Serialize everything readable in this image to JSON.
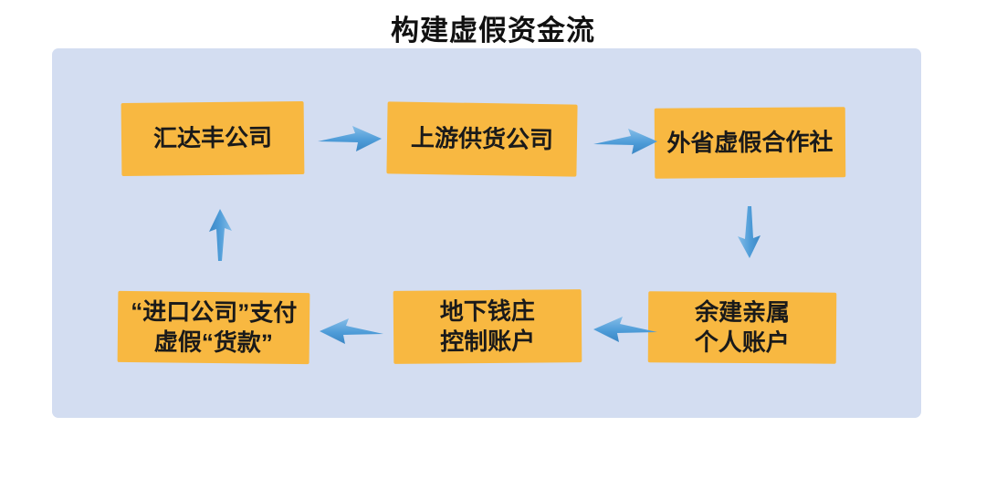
{
  "title": "构建虚假资金流",
  "colors": {
    "page_bg": "#ffffff",
    "panel_bg": "#d3ddf1",
    "node_bg": "#f8b841",
    "node_text": "#1a1a1a",
    "title_color": "#111111",
    "arrow_light": "#85bde8",
    "arrow_main": "#4e9cd8",
    "arrow_dark": "#3a86c4"
  },
  "diagram": {
    "nodes": [
      {
        "id": "huidafeng-company",
        "lines": [
          "汇达丰公司"
        ]
      },
      {
        "id": "upstream-supplier",
        "lines": [
          "上游供货公司"
        ]
      },
      {
        "id": "fake-cooperative",
        "lines": [
          "外省虚假合作社"
        ]
      },
      {
        "id": "relatives-personal-account",
        "lines": [
          "余建亲属",
          "个人账户"
        ]
      },
      {
        "id": "underground-bank-account",
        "lines": [
          "地下钱庄",
          "控制账户"
        ]
      },
      {
        "id": "import-company-payment",
        "lines": [
          "“进口公司”支付",
          "虚假“货款”"
        ]
      }
    ],
    "arrows": [
      {
        "from": "汇达丰公司",
        "to": "上游供货公司",
        "direction": "right"
      },
      {
        "from": "上游供货公司",
        "to": "外省虚假合作社",
        "direction": "right"
      },
      {
        "from": "外省虚假合作社",
        "to": "余建亲属个人账户",
        "direction": "down"
      },
      {
        "from": "余建亲属个人账户",
        "to": "地下钱庄控制账户",
        "direction": "left"
      },
      {
        "from": "地下钱庄控制账户",
        "to": "“进口公司”支付虚假“货款”",
        "direction": "left"
      },
      {
        "from": "“进口公司”支付虚假“货款”",
        "to": "汇达丰公司",
        "direction": "up"
      }
    ]
  }
}
